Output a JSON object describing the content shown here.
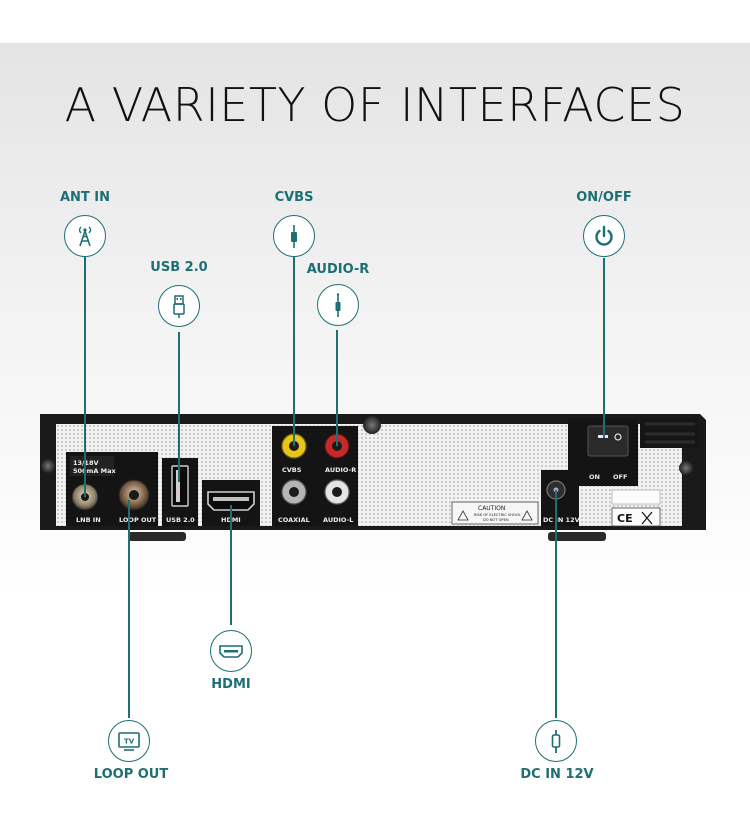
{
  "title": "A VARIETY OF INTERFACES",
  "callouts": {
    "ant_in": "ANT IN",
    "usb": "USB 2.0",
    "cvbs": "CVBS",
    "audio_r": "AUDIO-R",
    "on_off": "ON/OFF",
    "hdmi": "HDMI",
    "loop_out": "LOOP OUT",
    "dc_in": "DC IN 12V"
  },
  "device_labels": {
    "spec_top": "13/18V",
    "spec_bottom": "500mA Max",
    "lnb_in": "LNB IN",
    "loop_out": "LOOP OUT",
    "usb": "USB 2.0",
    "hdmi": "HDMI",
    "cvbs": "CVBS",
    "audio_r": "AUDIO-R",
    "coaxial": "COAXIAL",
    "audio_l": "AUDIO-L",
    "caution": "CAUTION",
    "caution_line1": "RISK OF ELECTRIC SHOCK",
    "caution_line2": "DO NOT OPEN",
    "dc_in": "DC IN 12V",
    "on": "ON",
    "off": "OFF",
    "ce": "CE"
  },
  "icons": {
    "ant_in": "antenna-tower-icon",
    "usb": "usb-plug-icon",
    "cvbs": "rca-plug-icon",
    "audio_r": "audio-jack-icon",
    "on_off": "power-icon",
    "hdmi": "hdmi-connector-icon",
    "loop_out": "tv-icon",
    "dc_in": "dc-plug-icon"
  },
  "colors": {
    "accent": "#1d6f74",
    "device_body": "#1a1a1a",
    "rca_yellow": "#e8c619",
    "rca_red": "#c42a2a"
  }
}
